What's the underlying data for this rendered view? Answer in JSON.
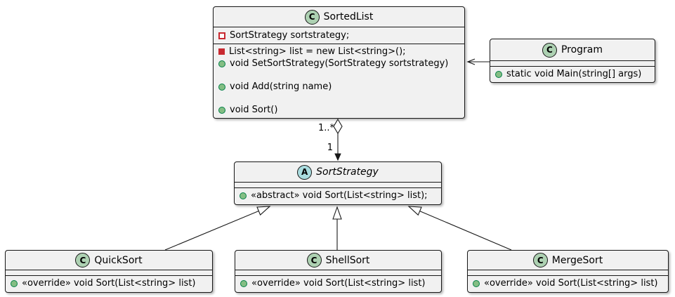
{
  "diagram_type": "UML class diagram",
  "colors": {
    "background": "#FFFFFF",
    "box_fill": "#F1F1F1",
    "box_border": "#181818",
    "class_spot_fill": "#ADD1B2",
    "abstract_spot_fill": "#A9DCDF",
    "public_method_icon_fill": "#84BE84",
    "public_method_icon_border": "#038048",
    "private_icon_red": "#C82930"
  },
  "classes": {
    "sortedList": {
      "spot": "C",
      "name": "SortedList",
      "fields": [
        {
          "icon": "private-field-hollow-square-icon",
          "text": "SortStrategy sortstrategy;"
        }
      ],
      "methods": [
        {
          "icon": "private-field-filled-square-icon",
          "text": "List<string> list = new List<string>();"
        },
        {
          "icon": "public-method-circle-icon",
          "text": "void SetSortStrategy(SortStrategy sortstrategy)"
        },
        {
          "icon": "public-method-circle-icon",
          "text": "void Add(string name)"
        },
        {
          "icon": "public-method-circle-icon",
          "text": "void Sort()"
        }
      ]
    },
    "program": {
      "spot": "C",
      "name": "Program",
      "methods": [
        {
          "icon": "public-method-circle-icon",
          "text": "static void Main(string[] args)"
        }
      ]
    },
    "sortStrategy": {
      "spot": "A",
      "name": "SortStrategy",
      "methods": [
        {
          "icon": "public-method-circle-icon",
          "text": "«abstract» void Sort(List<string> list);"
        }
      ]
    },
    "quickSort": {
      "spot": "C",
      "name": "QuickSort",
      "methods": [
        {
          "icon": "public-method-circle-icon",
          "text": "«override» void Sort(List<string> list)"
        }
      ]
    },
    "shellSort": {
      "spot": "C",
      "name": "ShellSort",
      "methods": [
        {
          "icon": "public-method-circle-icon",
          "text": "«override» void Sort(List<string> list)"
        }
      ]
    },
    "mergeSort": {
      "spot": "C",
      "name": "MergeSort",
      "methods": [
        {
          "icon": "public-method-circle-icon",
          "text": "«override» void Sort(List<string> list)"
        }
      ]
    }
  },
  "edges": {
    "aggregation": {
      "source_multiplicity": "1..*",
      "target_multiplicity": "1"
    }
  }
}
